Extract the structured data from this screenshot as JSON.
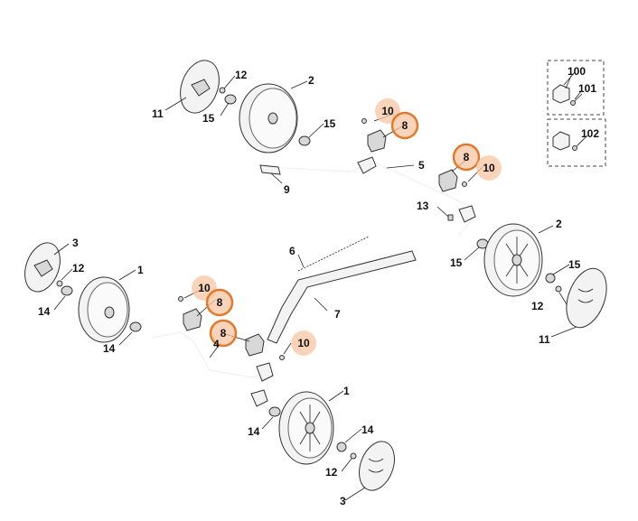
{
  "diagram": {
    "colors": {
      "highlight_ring": "#e07a2f",
      "highlight_fill": "#f7c6a3",
      "line": "#222222",
      "part_fill": "#f3f3f3"
    },
    "callouts": {
      "c1": "1",
      "c1b": "1",
      "c2": "2",
      "c2b": "2",
      "c3": "3",
      "c3b": "3",
      "c4": "4",
      "c5": "5",
      "c6": "6",
      "c7": "7",
      "c8a": "8",
      "c8b": "8",
      "c8c": "8",
      "c8d": "8",
      "c9": "9",
      "c10a": "10",
      "c10b": "10",
      "c10c": "10",
      "c10d": "10",
      "c11": "11",
      "c11b": "11",
      "c12": "12",
      "c12b": "12",
      "c12c": "12",
      "c12d": "12",
      "c13": "13",
      "c14": "14",
      "c14b": "14",
      "c14c": "14",
      "c14d": "14",
      "c15": "15",
      "c15b": "15",
      "c15c": "15",
      "c15d": "15",
      "c100": "100",
      "c101": "101",
      "c102": "102"
    }
  }
}
